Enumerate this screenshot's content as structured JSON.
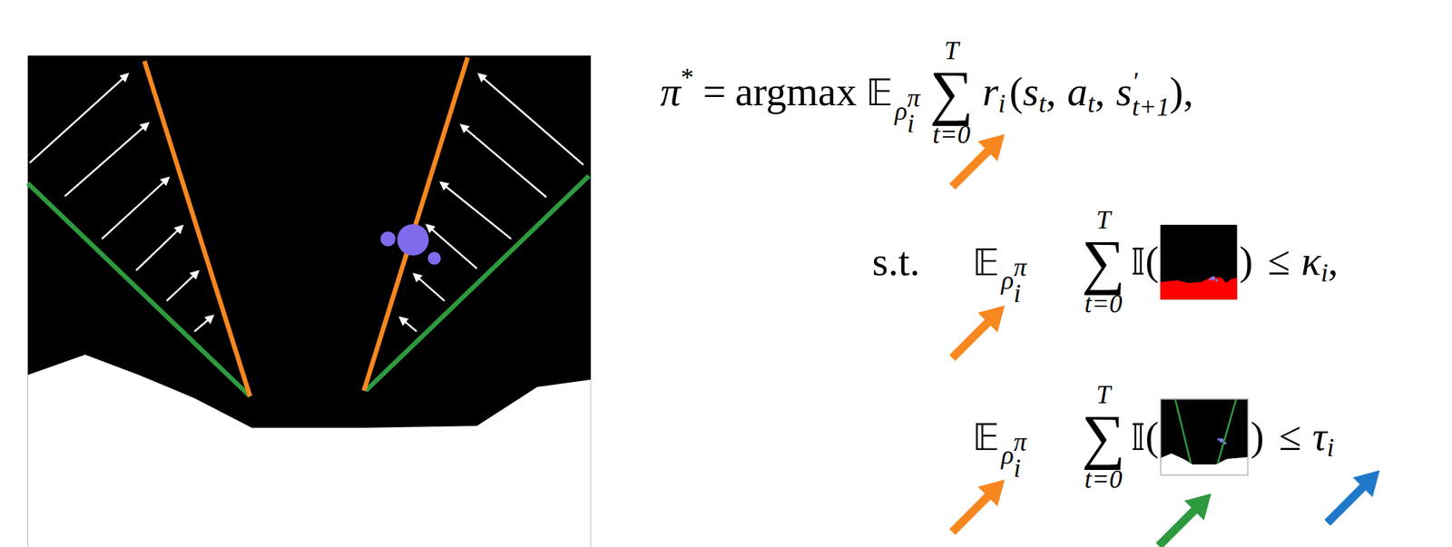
{
  "diagram": {
    "labels": [
      "π",
      "*",
      "=",
      "argmax",
      "𝔼",
      "ρ",
      "π",
      "i",
      "T",
      "∑",
      "t=0",
      "r",
      "i",
      "(",
      "s",
      "t",
      ",",
      "a",
      "t",
      ",",
      "s",
      "′",
      "t+1",
      ")",
      ",",
      "s.t.",
      "𝔼",
      "ρ",
      "π",
      "i",
      "T",
      "∑",
      "t=0",
      "𝕀",
      "(",
      ")",
      "≤",
      "κ",
      "i",
      ",",
      "𝔼",
      "ρ",
      "π",
      "i",
      "T",
      "∑",
      "t=0",
      "𝕀",
      "(",
      ")",
      "≤",
      "τ",
      "i"
    ]
  }
}
